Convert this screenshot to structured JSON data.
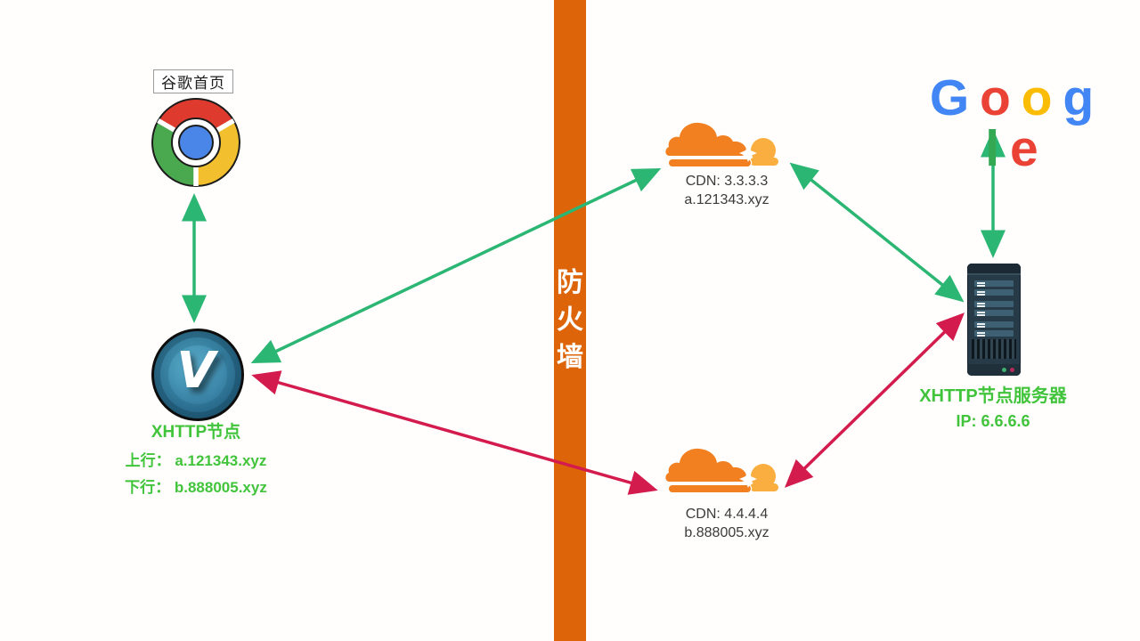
{
  "diagram": {
    "browser": {
      "label": "谷歌首页"
    },
    "client": {
      "icon_letter": "V",
      "title": "XHTTP节点",
      "uplink": "上行： a.121343.xyz",
      "downlink": "下行： b.888005.xyz"
    },
    "firewall": {
      "label": "防火墙",
      "char1": "防",
      "char2": "火",
      "char3": "墙"
    },
    "cdn_top": {
      "ip": "CDN: 3.3.3.3",
      "domain": "a.121343.xyz"
    },
    "cdn_bottom": {
      "ip": "CDN: 4.4.4.4",
      "domain": "b.888005.xyz"
    },
    "server": {
      "title": "XHTTP节点服务器",
      "ip": "IP: 6.6.6.6"
    },
    "google": {
      "l0": "G",
      "l1": "o",
      "l2": "o",
      "l3": "g",
      "l4": "l",
      "l5": "e"
    },
    "edges": [
      {
        "name": "browser-to-client",
        "color": "green",
        "bidirectional": true
      },
      {
        "name": "client-to-cdn-top",
        "color": "green",
        "bidirectional": true
      },
      {
        "name": "client-to-cdn-bottom",
        "color": "red",
        "bidirectional": true
      },
      {
        "name": "cdn-top-to-server",
        "color": "green",
        "bidirectional": true
      },
      {
        "name": "cdn-bottom-to-server",
        "color": "red",
        "bidirectional": true
      },
      {
        "name": "google-to-server",
        "color": "green",
        "bidirectional": true
      }
    ],
    "colors": {
      "arrow_green": "#2bb673",
      "arrow_red": "#d31b4e",
      "label_green": "#41c43b",
      "firewall_orange": "#dd6408",
      "cloudflare_orange": "#F38020",
      "cloudflare_light": "#FAAE40",
      "google_blue": "#4285F4",
      "google_red": "#EA4335",
      "google_yellow": "#FBBC05",
      "google_green": "#34A853"
    }
  }
}
